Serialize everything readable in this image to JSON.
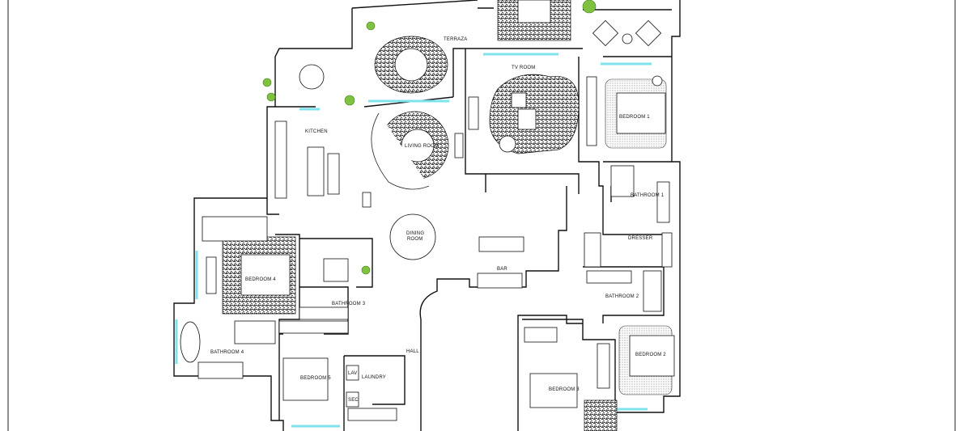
{
  "plan": {
    "rooms": {
      "terraza": "TERRAZA",
      "tv_room": "TV ROOM",
      "kitchen": "KITCHEN",
      "living_room": "LIVING ROOM",
      "bedroom_1": "BEDROOM 1",
      "bathroom_1": "BATHROOM 1",
      "dresser": "DRESSER",
      "dining_room_1": "DINING",
      "dining_room_2": "ROOM",
      "bar": "BAR",
      "bedroom_4": "BEDROOM 4",
      "bathroom_3": "BATHROOM 3",
      "bathroom_2": "BATHROOM 2",
      "bathroom_4": "BATHROOM 4",
      "bedroom_5": "BEDROOM 5",
      "laundry": "LAUNDRY",
      "lav": "LAV",
      "sec": "SEC",
      "hall": "HALL",
      "bedroom_2": "BEDROOM 2",
      "bedroom_3": "BEDROOM 3"
    },
    "colors": {
      "window": "#7fe3ee",
      "plant": "#7fc241",
      "wall": "#111111"
    }
  }
}
